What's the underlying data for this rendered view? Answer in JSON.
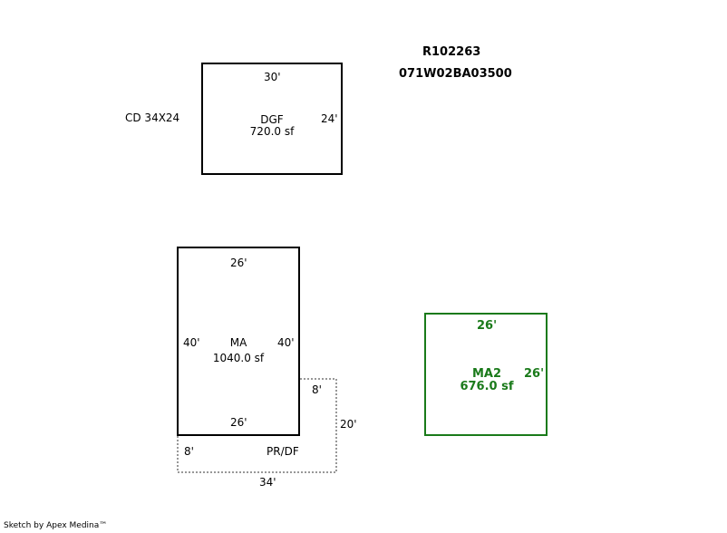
{
  "header": {
    "parcel_id": "R102263",
    "map_number": "071W02BA03500"
  },
  "dgf": {
    "side_label": "CD 34X24",
    "top_dim": "30'",
    "right_dim": "24'",
    "name": "DGF",
    "area": "720.0 sf"
  },
  "ma": {
    "top_dim": "26'",
    "left_dim": "40'",
    "right_dim": "40'",
    "bottom_dim": "26'",
    "name": "MA",
    "area": "1040.0 sf"
  },
  "prdf": {
    "name": "PR/DF",
    "dim_top_right": "8'",
    "dim_right": "20'",
    "dim_left": "8'",
    "dim_bottom": "34'"
  },
  "ma2": {
    "top_dim": "26'",
    "right_dim": "26'",
    "name": "MA2",
    "area": "676.0 sf",
    "color": "#1a7a1a"
  },
  "footer": {
    "credit": "Sketch by Apex Medina™"
  }
}
